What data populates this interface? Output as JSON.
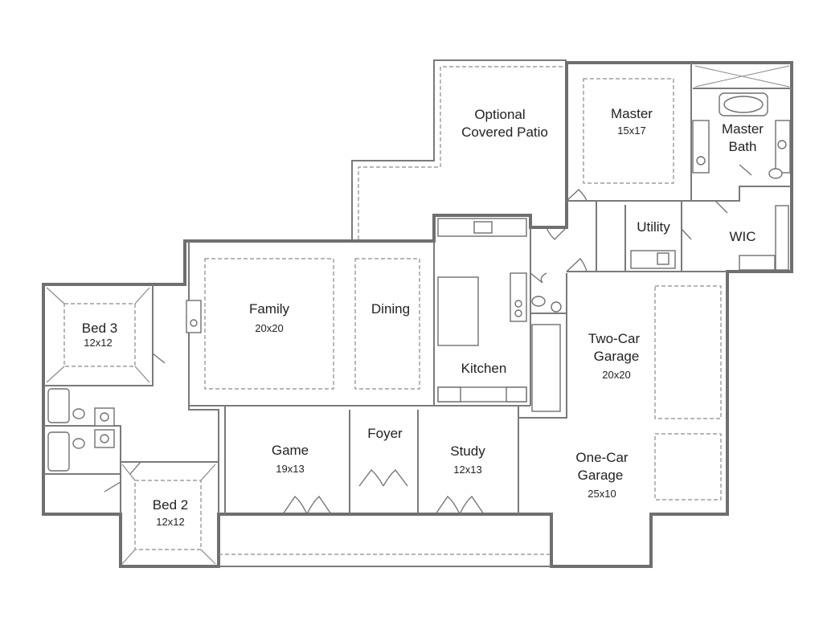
{
  "rooms": {
    "patio": {
      "line1": "Optional",
      "line2": "Covered Patio"
    },
    "master": {
      "name": "Master",
      "size": "15x17"
    },
    "bath": {
      "line1": "Master",
      "line2": "Bath"
    },
    "utility": {
      "name": "Utility"
    },
    "wic": {
      "name": "WIC"
    },
    "family": {
      "name": "Family",
      "size": "20x20"
    },
    "dining": {
      "name": "Dining"
    },
    "kitchen": {
      "name": "Kitchen"
    },
    "bed3": {
      "name": "Bed 3",
      "size": "12x12"
    },
    "bed2": {
      "name": "Bed 2",
      "size": "12x12"
    },
    "game": {
      "name": "Game",
      "size": "19x13"
    },
    "foyer": {
      "name": "Foyer"
    },
    "study": {
      "name": "Study",
      "size": "12x13"
    },
    "garage2": {
      "line1": "Two-Car",
      "line2": "Garage",
      "size": "20x20"
    },
    "garage1": {
      "line1": "One-Car",
      "line2": "Garage",
      "size": "25x10"
    }
  }
}
